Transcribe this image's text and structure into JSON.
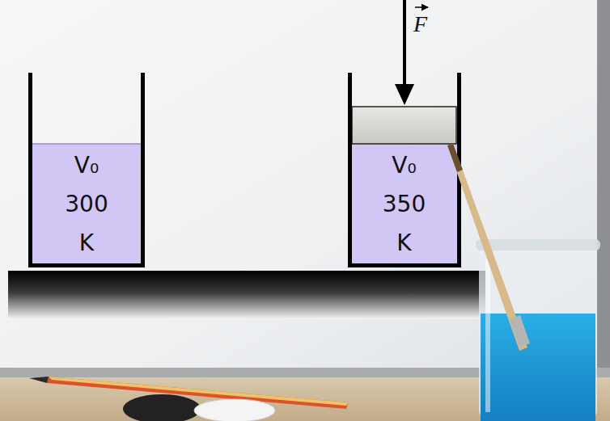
{
  "diagram": {
    "nodes": [
      {
        "text": [
          "V₀ 300 K"
        ]
      },
      {
        "text": [
          "V₀ 350 K"
        ]
      }
    ],
    "labels": [
      "F"
    ]
  }
}
